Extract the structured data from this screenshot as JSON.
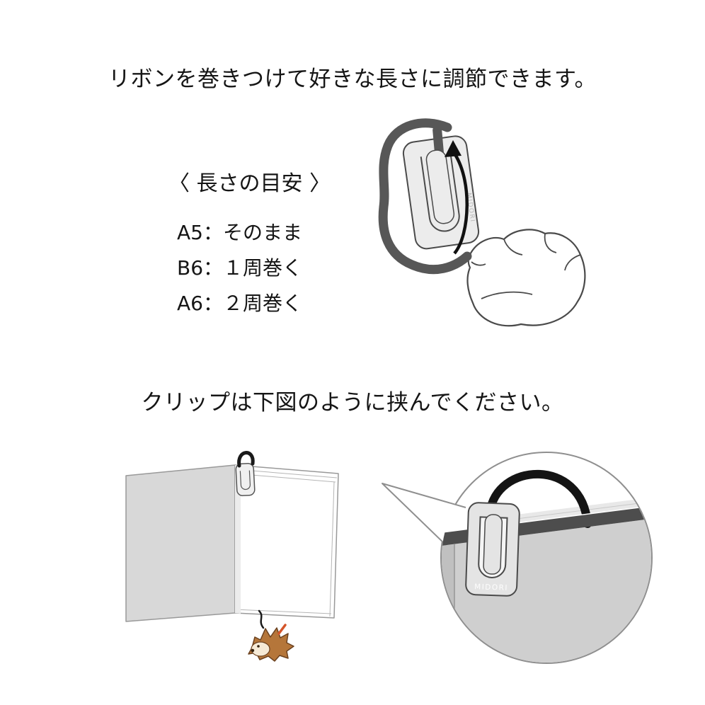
{
  "instructions": {
    "ribbon_heading": "リボンを巻きつけて好きな長さに調節できます。",
    "clip_heading": "クリップは下図のように挟んでください。"
  },
  "length_guide": {
    "title": "〈 長さの目安 〉",
    "items": [
      "A5：そのまま",
      "B6：１周巻く",
      "A6：２周巻く"
    ]
  },
  "clip": {
    "brand": "MIDORI"
  },
  "illustrations": {
    "wrap": "clip-with-ribbon-wrapped-by-hand",
    "book": "open-book-with-clip-and-hedgehog-charm",
    "magnifier": "closeup-of-clip-clamped-on-book-cover"
  },
  "colors": {
    "text": "#151515",
    "ribbon_gray": "#575757",
    "ribbon_black": "#1a1a1a",
    "clip_fill": "#ececec",
    "outline": "#4a4a4a",
    "cover_gray": "#d8d8d8"
  }
}
